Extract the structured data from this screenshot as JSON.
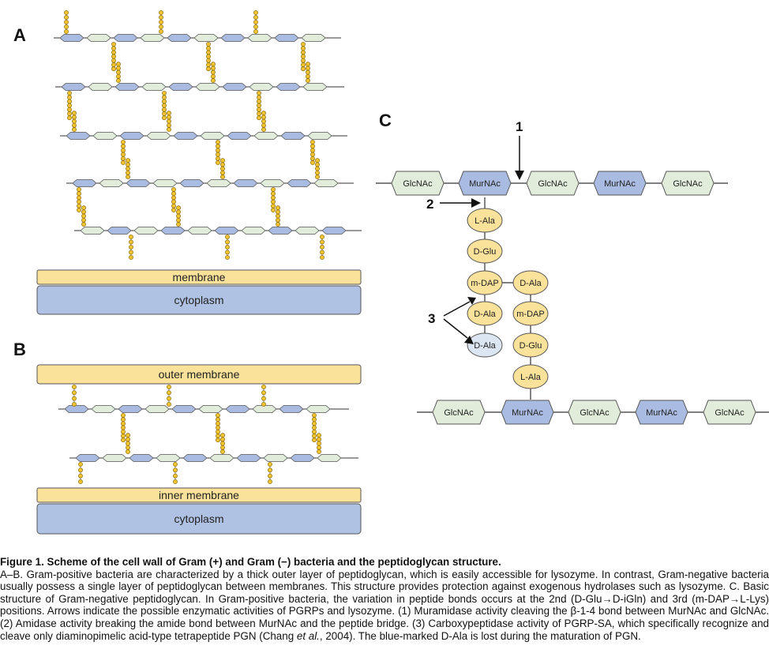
{
  "panels": {
    "a": "A",
    "b": "B",
    "c": "C"
  },
  "panel_a": {
    "membrane": "membrane",
    "cytoplasm": "cytoplasm"
  },
  "panel_b": {
    "outer_membrane": "outer membrane",
    "inner_membrane": "inner membrane",
    "cytoplasm": "cytoplasm"
  },
  "panel_c": {
    "top_chain": [
      "GlcNAc",
      "MurNAc",
      "GlcNAc",
      "MurNAc",
      "GlcNAc"
    ],
    "bottom_chain": [
      "GlcNAc",
      "MurNAc",
      "GlcNAc",
      "MurNAc",
      "GlcNAc"
    ],
    "left_peptide": [
      "L-Ala",
      "D-Glu",
      "m-DAP",
      "D-Ala",
      "D-Ala"
    ],
    "right_peptide": [
      "D-Ala",
      "m-DAP",
      "D-Glu",
      "L-Ala"
    ],
    "markers": [
      "1",
      "2",
      "3"
    ]
  },
  "colors": {
    "murnac": "#a9bbe0",
    "glcnac": "#e1ecda",
    "amino_acid": "#fbe29a",
    "lost_d_ala": "#dce6f2",
    "bead": "#f2c430",
    "membrane": "#fbe29a",
    "cytoplasm": "#b0c2e4"
  },
  "caption": {
    "title": "Figure 1. Scheme of the cell wall of Gram (+) and Gram (−) bacteria and the peptidoglycan structure.",
    "body_1": "A–B. Gram-positive bacteria are characterized by a thick outer layer of peptidoglycan, which is easily accessible for lysozyme. In contrast, Gram-negative bacteria usually possess a single layer of peptidoglycan between membranes. This structure provides protection against exogenous hydrolases such as lysozyme. C. Basic structure of Gram-negative peptidoglycan. In Gram-positive bacteria, the variation in peptide bonds occurs at the 2nd (D-Glu→D-iGln) and 3rd (m-DAP→L-Lys) positions. Arrows indicate the possible enzymatic activities of PGRPs and lysozyme. (1) Muramidase activity cleaving the β-1-4 bond between MurNAc and GlcNAc. (2) Amidase activity breaking the amide bond between MurNAc and the peptide bridge. (3) Carboxypeptidase activity of PGRP-SA, which specifically recognize and cleave only diaminopimelic acid-type tetrapeptide PGN (Chang ",
    "body_italic": "et al.",
    "body_2": ", 2004). The blue-marked D-Ala is lost during the maturation of PGN."
  }
}
